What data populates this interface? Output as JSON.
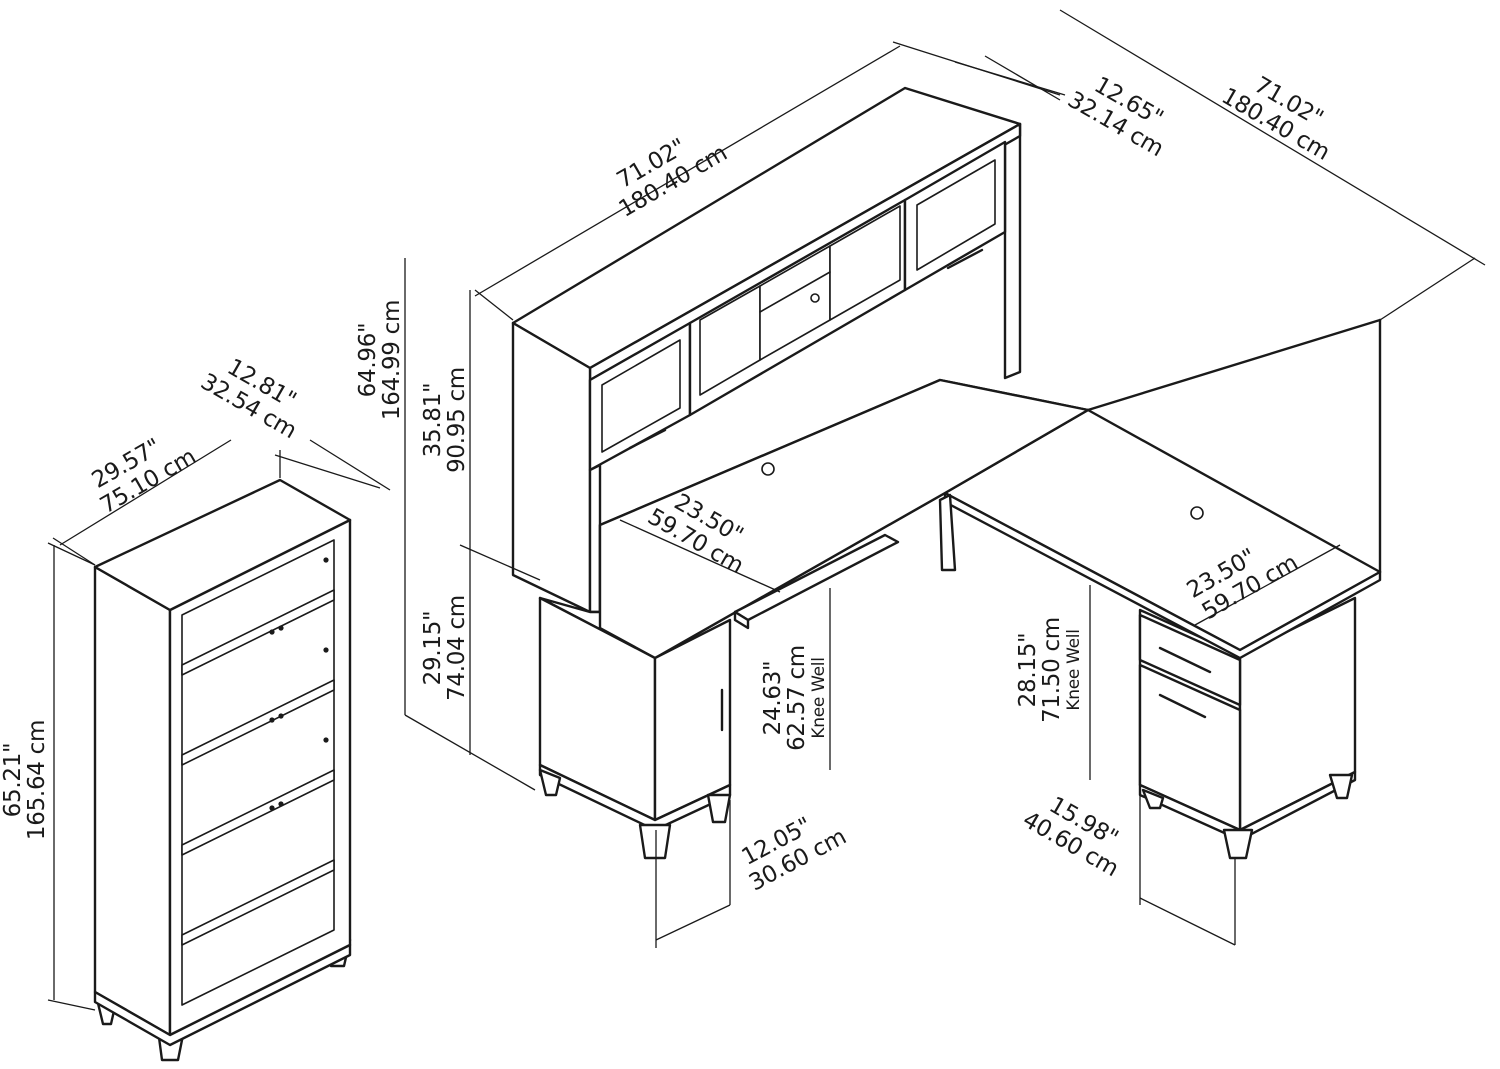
{
  "dimensions": {
    "hutch_width": {
      "in": "71.02\"",
      "cm": "180.40 cm"
    },
    "hutch_depth": {
      "in": "12.65\"",
      "cm": "32.14 cm"
    },
    "return_width": {
      "in": "71.02\"",
      "cm": "180.40 cm"
    },
    "overall_height": {
      "in": "64.96\"",
      "cm": "164.99 cm"
    },
    "hutch_height": {
      "in": "35.81\"",
      "cm": "90.95 cm"
    },
    "desk_height": {
      "in": "29.15\"",
      "cm": "74.04 cm"
    },
    "desk_depth": {
      "in": "23.50\"",
      "cm": "59.70 cm"
    },
    "return_depth": {
      "in": "23.50\"",
      "cm": "59.70 cm"
    },
    "knee_well_desk": {
      "in": "24.63\"",
      "cm": "62.57 cm",
      "note": "Knee Well"
    },
    "knee_well_return": {
      "in": "28.15\"",
      "cm": "71.50 cm",
      "note": "Knee Well"
    },
    "cabinet_width": {
      "in": "12.05\"",
      "cm": "30.60 cm"
    },
    "pedestal_width": {
      "in": "15.98\"",
      "cm": "40.60 cm"
    },
    "bookcase_width": {
      "in": "29.57\"",
      "cm": "75.10 cm"
    },
    "bookcase_depth": {
      "in": "12.81\"",
      "cm": "32.54 cm"
    },
    "bookcase_height": {
      "in": "65.21\"",
      "cm": "165.64 cm"
    }
  },
  "colors": {
    "line": "#1a1a1a",
    "background": "#ffffff"
  }
}
